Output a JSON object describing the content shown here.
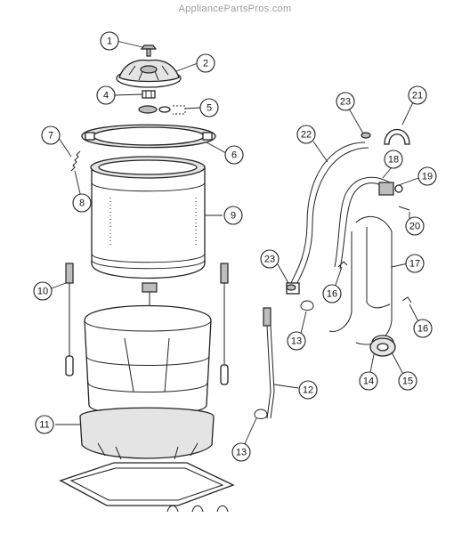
{
  "watermark": "AppliancePartsPros.com",
  "callouts": [
    {
      "id": "c1",
      "label": "1"
    },
    {
      "id": "c2",
      "label": "2"
    },
    {
      "id": "c3",
      "label": "4"
    },
    {
      "id": "c4",
      "label": "5"
    },
    {
      "id": "c5",
      "label": "7"
    },
    {
      "id": "c6",
      "label": "6"
    },
    {
      "id": "c7",
      "label": "8"
    },
    {
      "id": "c8",
      "label": "9"
    },
    {
      "id": "c9",
      "label": "10"
    },
    {
      "id": "c10",
      "label": "11"
    },
    {
      "id": "c11",
      "label": "23"
    },
    {
      "id": "c12",
      "label": "21"
    },
    {
      "id": "c13",
      "label": "22"
    },
    {
      "id": "c14",
      "label": "18"
    },
    {
      "id": "c15",
      "label": "19"
    },
    {
      "id": "c16",
      "label": "20"
    },
    {
      "id": "c17",
      "label": "17"
    },
    {
      "id": "c18",
      "label": "23"
    },
    {
      "id": "c19",
      "label": "16"
    },
    {
      "id": "c20",
      "label": "16"
    },
    {
      "id": "c21",
      "label": "13"
    },
    {
      "id": "c22",
      "label": "14"
    },
    {
      "id": "c23",
      "label": "15"
    },
    {
      "id": "c24",
      "label": "12"
    },
    {
      "id": "c25",
      "label": "13"
    }
  ]
}
